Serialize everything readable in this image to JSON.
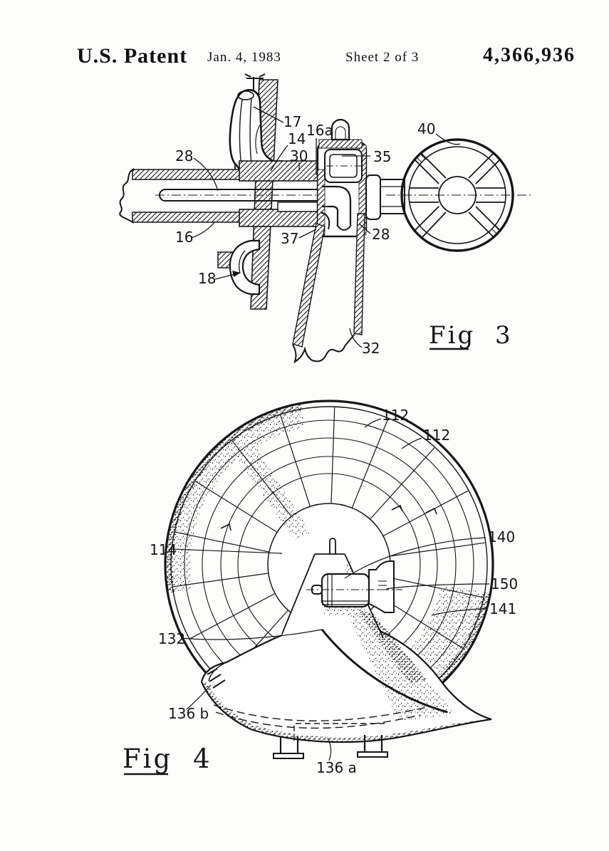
{
  "header": {
    "title": "U.S. Patent",
    "date": "Jan. 4, 1983",
    "sheet": "Sheet 2 of 3",
    "patent_number": "4,366,936"
  },
  "figures": {
    "fig3": {
      "caption": "Fig 3",
      "labels": {
        "l17": "17",
        "l16a": "16a",
        "l14": "14",
        "l30": "30",
        "l35": "35",
        "l40": "40",
        "l28_left": "28",
        "l16": "16",
        "l37": "37",
        "l18": "18",
        "l28_right": "28",
        "l32": "32"
      }
    },
    "fig4": {
      "caption": "Fig 4",
      "labels": {
        "l112_1": "112",
        "l112_2": "112",
        "l114": "114",
        "l140": "140",
        "l150": "150",
        "l141": "141",
        "l132": "132",
        "l136b": "136 b",
        "l136a": "136 a"
      }
    }
  }
}
